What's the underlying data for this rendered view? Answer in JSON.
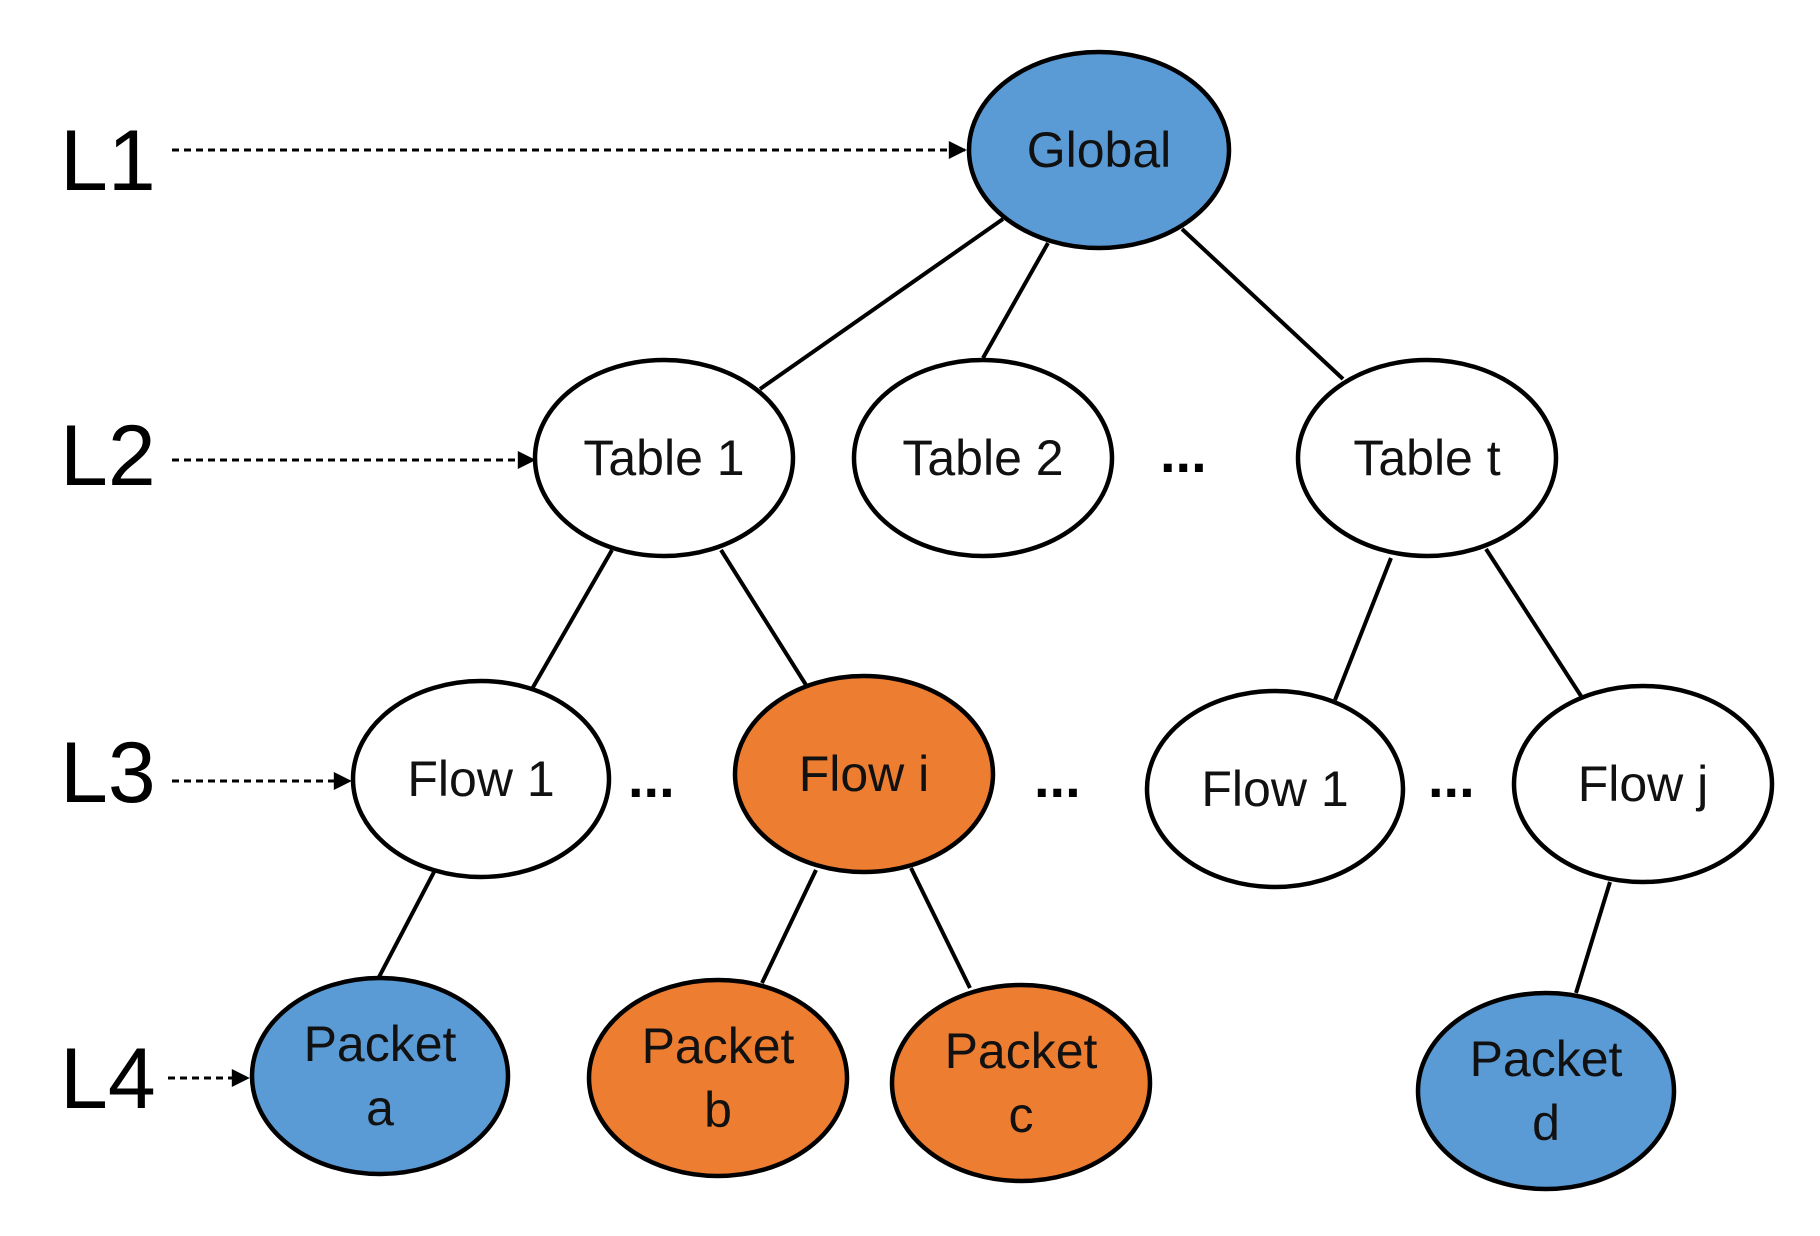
{
  "colors": {
    "blue": "#5b9bd5",
    "orange": "#ed7d31",
    "white": "#ffffff"
  },
  "levels": {
    "l1": "L1",
    "l2": "L2",
    "l3": "L3",
    "l4": "L4"
  },
  "nodes": {
    "global": {
      "lines": [
        "Global"
      ],
      "color": "blue"
    },
    "table1": {
      "lines": [
        "Table 1"
      ],
      "color": "white"
    },
    "table2": {
      "lines": [
        "Table 2"
      ],
      "color": "white"
    },
    "tablet": {
      "lines": [
        "Table t"
      ],
      "color": "white"
    },
    "flow1a": {
      "lines": [
        "Flow 1"
      ],
      "color": "white"
    },
    "flowi": {
      "lines": [
        "Flow i"
      ],
      "color": "orange"
    },
    "flow1b": {
      "lines": [
        "Flow 1"
      ],
      "color": "white"
    },
    "flowj": {
      "lines": [
        "Flow j"
      ],
      "color": "white"
    },
    "packeta": {
      "lines": [
        "Packet",
        "a"
      ],
      "color": "blue"
    },
    "packetb": {
      "lines": [
        "Packet",
        "b"
      ],
      "color": "orange"
    },
    "packetc": {
      "lines": [
        "Packet",
        "c"
      ],
      "color": "orange"
    },
    "packetd": {
      "lines": [
        "Packet",
        "d"
      ],
      "color": "blue"
    }
  },
  "ellipses": {
    "table_gap": "...",
    "flow_gap_1": "...",
    "flow_gap_2": "...",
    "flow_gap_3": "..."
  }
}
